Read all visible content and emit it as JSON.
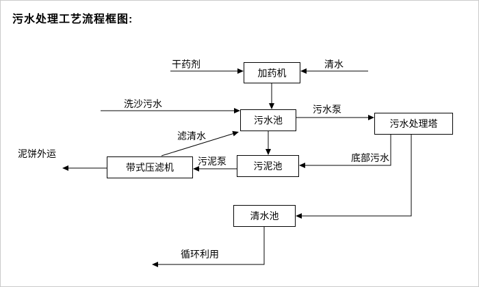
{
  "title": "污水处理工艺流程框图:",
  "boxes": {
    "dosing_machine": "加药机",
    "sewage_pool": "污水池",
    "treatment_tower": "污水处理塔",
    "sludge_pool": "污泥池",
    "belt_filter_press": "带式压滤机",
    "clean_water_pool": "清水池"
  },
  "labels": {
    "dry_chemical": "干药剂",
    "clean_water": "清水",
    "sand_washing_sewage": "洗沙污水",
    "sewage_pump": "污水泵",
    "filtered_water": "滤清水",
    "sludge_pump": "污泥泵",
    "bottom_sewage": "底部污水",
    "mud_cake_out": "泥饼外运",
    "recycle_use": "循环利用"
  }
}
